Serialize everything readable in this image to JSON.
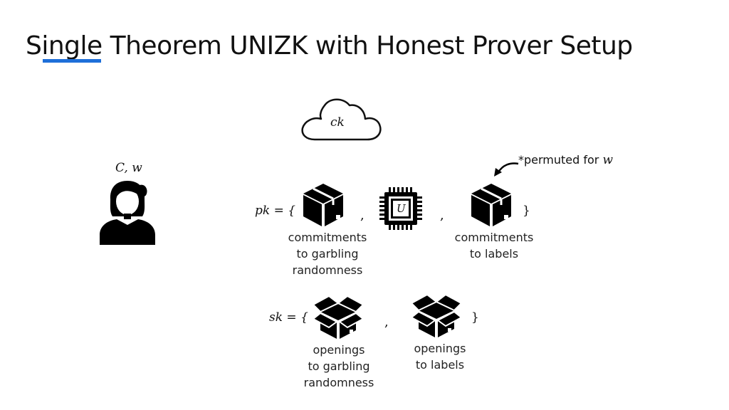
{
  "title": {
    "main": "Single Theorem UNIZK with Honest Prover Setup",
    "underline_color": "#1e6fd9"
  },
  "cloud": {
    "label": "ck",
    "icon": "cloud-icon"
  },
  "prover": {
    "label": "C, w",
    "icon": "woman-user-icon"
  },
  "public_key": {
    "prefix": "pk = {",
    "suffix": "}",
    "separator_1": ",",
    "separator_2": ",",
    "commitments_randomness": {
      "icon": "closed-box-icon",
      "caption_lines": [
        "commitments",
        "to garbling",
        "randomness"
      ]
    },
    "chip": {
      "icon": "chip-icon",
      "label": "U"
    },
    "commitments_labels": {
      "icon": "closed-box-icon",
      "caption_lines": [
        "commitments",
        "to labels"
      ]
    },
    "annotation": {
      "prefix": "*permuted for ",
      "var": "w",
      "icon": "curved-arrow-icon"
    }
  },
  "secret_key": {
    "prefix": "sk = {",
    "suffix": "}",
    "separator": ",",
    "openings_randomness": {
      "icon": "open-box-icon",
      "caption_lines": [
        "openings",
        "to garbling",
        "randomness"
      ]
    },
    "openings_labels": {
      "icon": "open-box-icon",
      "caption_lines": [
        "openings",
        "to labels"
      ]
    }
  }
}
